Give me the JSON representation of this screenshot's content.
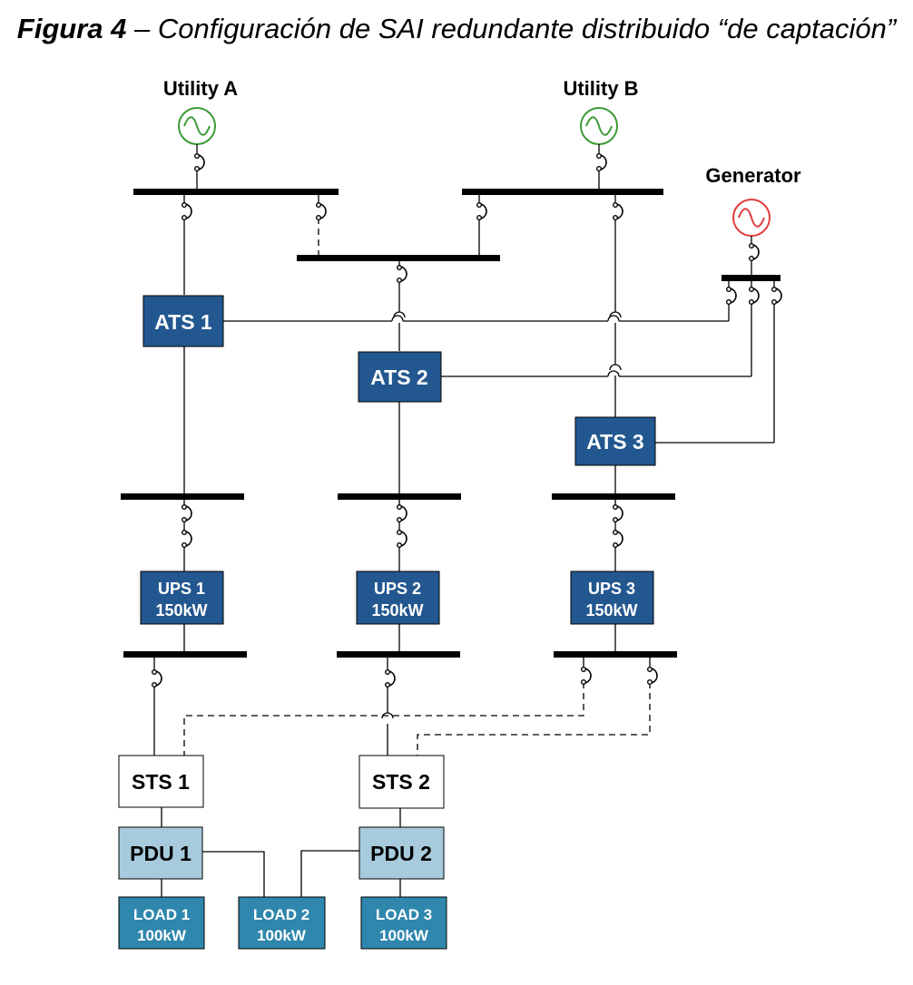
{
  "title": {
    "bold": "Figura 4",
    "rest": " – Configuración de SAI redundante distribuido “de captación”"
  },
  "colors": {
    "ats_fill": "#23578f",
    "ups_fill": "#23578f",
    "load_fill": "#2f87ad",
    "pdu_fill": "#a7cbdd",
    "sts_fill": "#ffffff",
    "utility_source": "#3c9a34",
    "generator_source": "#e23b3b",
    "line": "#000000"
  },
  "sources": [
    {
      "id": "utility-a",
      "label": "Utility A",
      "icon": "ac-source-icon"
    },
    {
      "id": "utility-b",
      "label": "Utility B",
      "icon": "ac-source-icon"
    },
    {
      "id": "generator",
      "label": "Generator",
      "icon": "ac-source-icon"
    }
  ],
  "ats": [
    {
      "id": "ats-1",
      "label": "ATS 1"
    },
    {
      "id": "ats-2",
      "label": "ATS 2"
    },
    {
      "id": "ats-3",
      "label": "ATS 3"
    }
  ],
  "ups": [
    {
      "id": "ups-1",
      "line1": "UPS 1",
      "line2": "150kW"
    },
    {
      "id": "ups-2",
      "line1": "UPS 2",
      "line2": "150kW"
    },
    {
      "id": "ups-3",
      "line1": "UPS 3",
      "line2": "150kW"
    }
  ],
  "sts": [
    {
      "id": "sts-1",
      "label": "STS 1"
    },
    {
      "id": "sts-2",
      "label": "STS 2"
    }
  ],
  "pdu": [
    {
      "id": "pdu-1",
      "label": "PDU 1"
    },
    {
      "id": "pdu-2",
      "label": "PDU 2"
    }
  ],
  "loads": [
    {
      "id": "load-1",
      "line1": "LOAD 1",
      "line2": "100kW"
    },
    {
      "id": "load-2",
      "line1": "LOAD 2",
      "line2": "100kW"
    },
    {
      "id": "load-3",
      "line1": "LOAD 3",
      "line2": "100kW"
    }
  ]
}
